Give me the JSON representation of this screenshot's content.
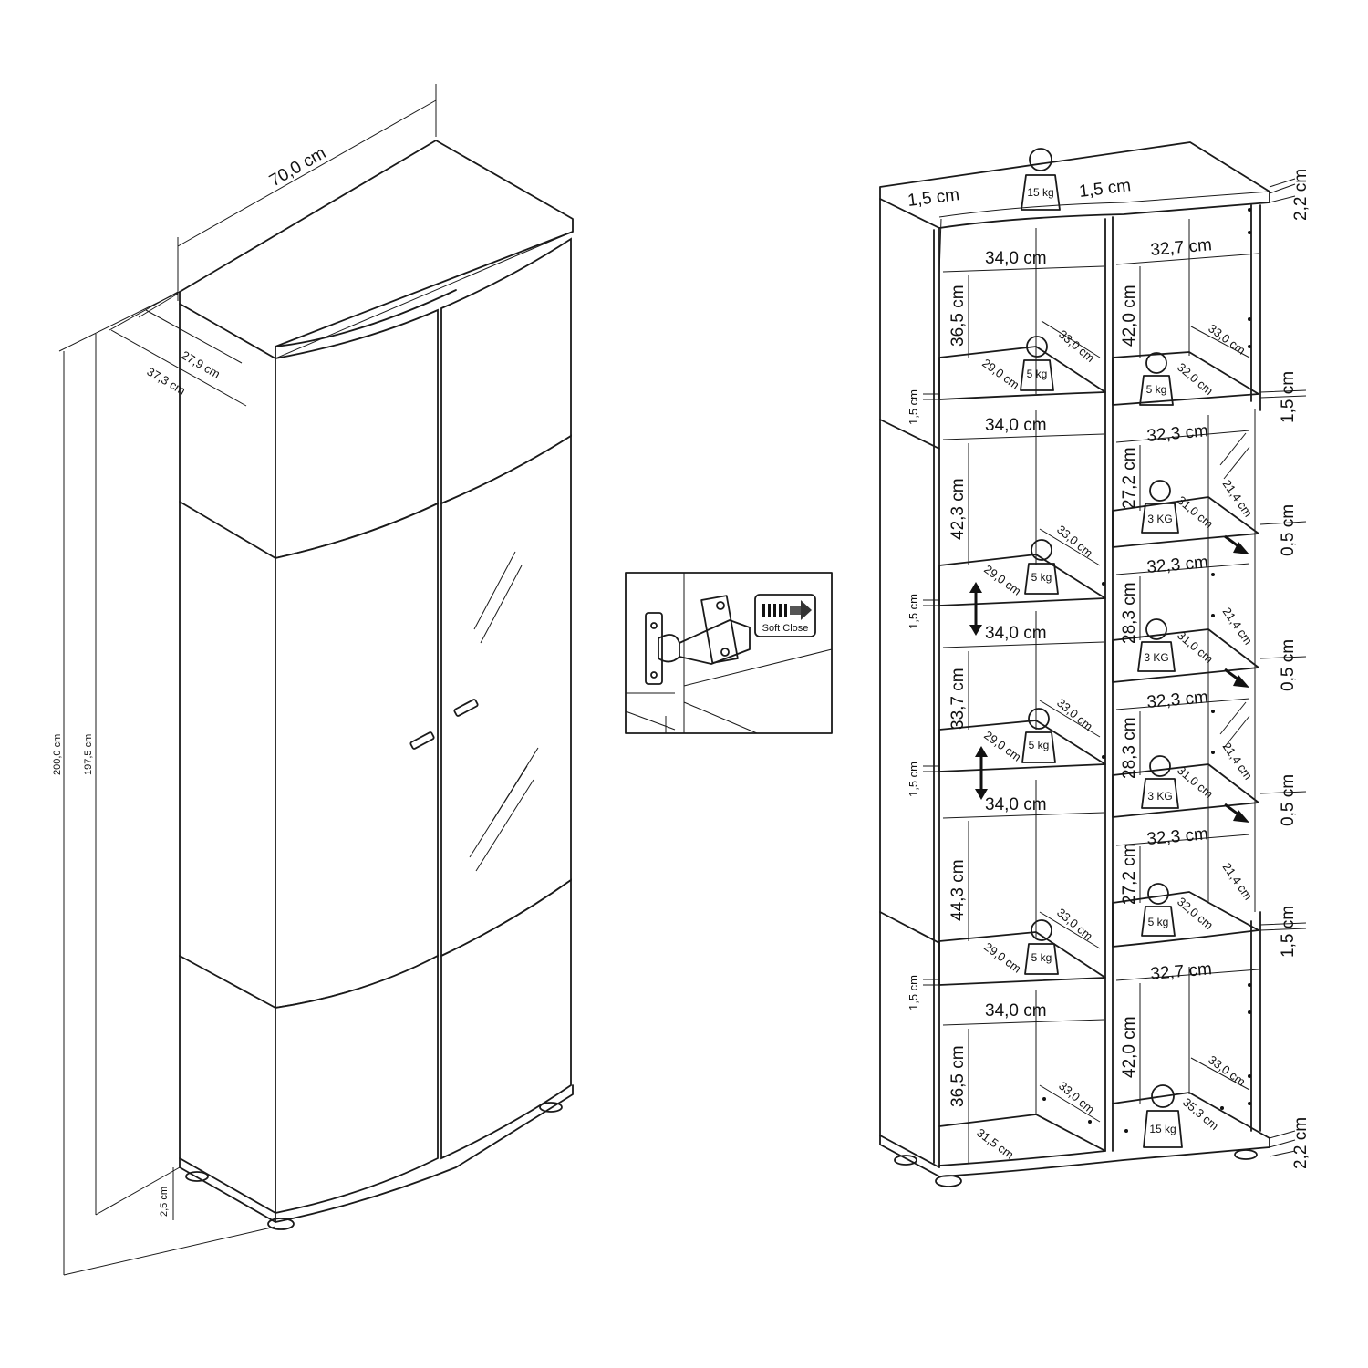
{
  "left_cabinet": {
    "width": "70,0 cm",
    "depth_inner": "27,9 cm",
    "depth_outer": "37,3 cm",
    "height_total": "200,0 cm",
    "height_body": "197,5 cm",
    "plinth": "2,5 cm"
  },
  "hinge_detail": {
    "label": "Soft Close"
  },
  "right_cabinet": {
    "top_left_thickness": "1,5 cm",
    "top_mid_thickness": "1,5 cm",
    "top_plate": "2,2 cm",
    "bottom_plate": "2,2 cm",
    "top_load": "15 kg",
    "bottom_load": "15 kg",
    "left_widths": [
      "34,0 cm",
      "34,0 cm",
      "34,0 cm",
      "34,0 cm",
      "34,0 cm"
    ],
    "left_heights": [
      "36,5 cm",
      "42,3 cm",
      "33,7 cm",
      "44,3 cm",
      "36,5 cm"
    ],
    "left_shelf_thickness": [
      "1,5 cm",
      "1,5 cm",
      "1,5 cm",
      "1,5 cm"
    ],
    "left_shelf_loads": [
      "5 kg",
      "5 kg",
      "5 kg",
      "5 kg"
    ],
    "left_depth": "33,0 cm",
    "left_shelf_depth": "29,0 cm",
    "left_bottom_depth": "31,5 cm",
    "right_widths": [
      "32,7 cm",
      "32,3 cm",
      "32,3 cm",
      "32,3 cm",
      "32,3 cm",
      "32,7 cm"
    ],
    "right_heights": [
      "42,0 cm",
      "27,2 cm",
      "28,3 cm",
      "28,3 cm",
      "27,2 cm",
      "42,0 cm"
    ],
    "right_depth": "33,0 cm",
    "right_shelf_depths": [
      "32,0 cm",
      "31,0 cm",
      "31,0 cm",
      "31,0 cm",
      "32,0 cm"
    ],
    "right_glass_depth": "21,4 cm",
    "right_bottom_depth": "35,3 cm",
    "right_shelf_loads": [
      "5 kg",
      "3 KG",
      "3 KG",
      "3 KG",
      "5 kg"
    ],
    "side_thickness_top": "1,5 cm",
    "side_thickness_bottom": "1,5 cm",
    "glass_thickness": [
      "0,5 cm",
      "0,5 cm",
      "0,5 cm"
    ]
  }
}
